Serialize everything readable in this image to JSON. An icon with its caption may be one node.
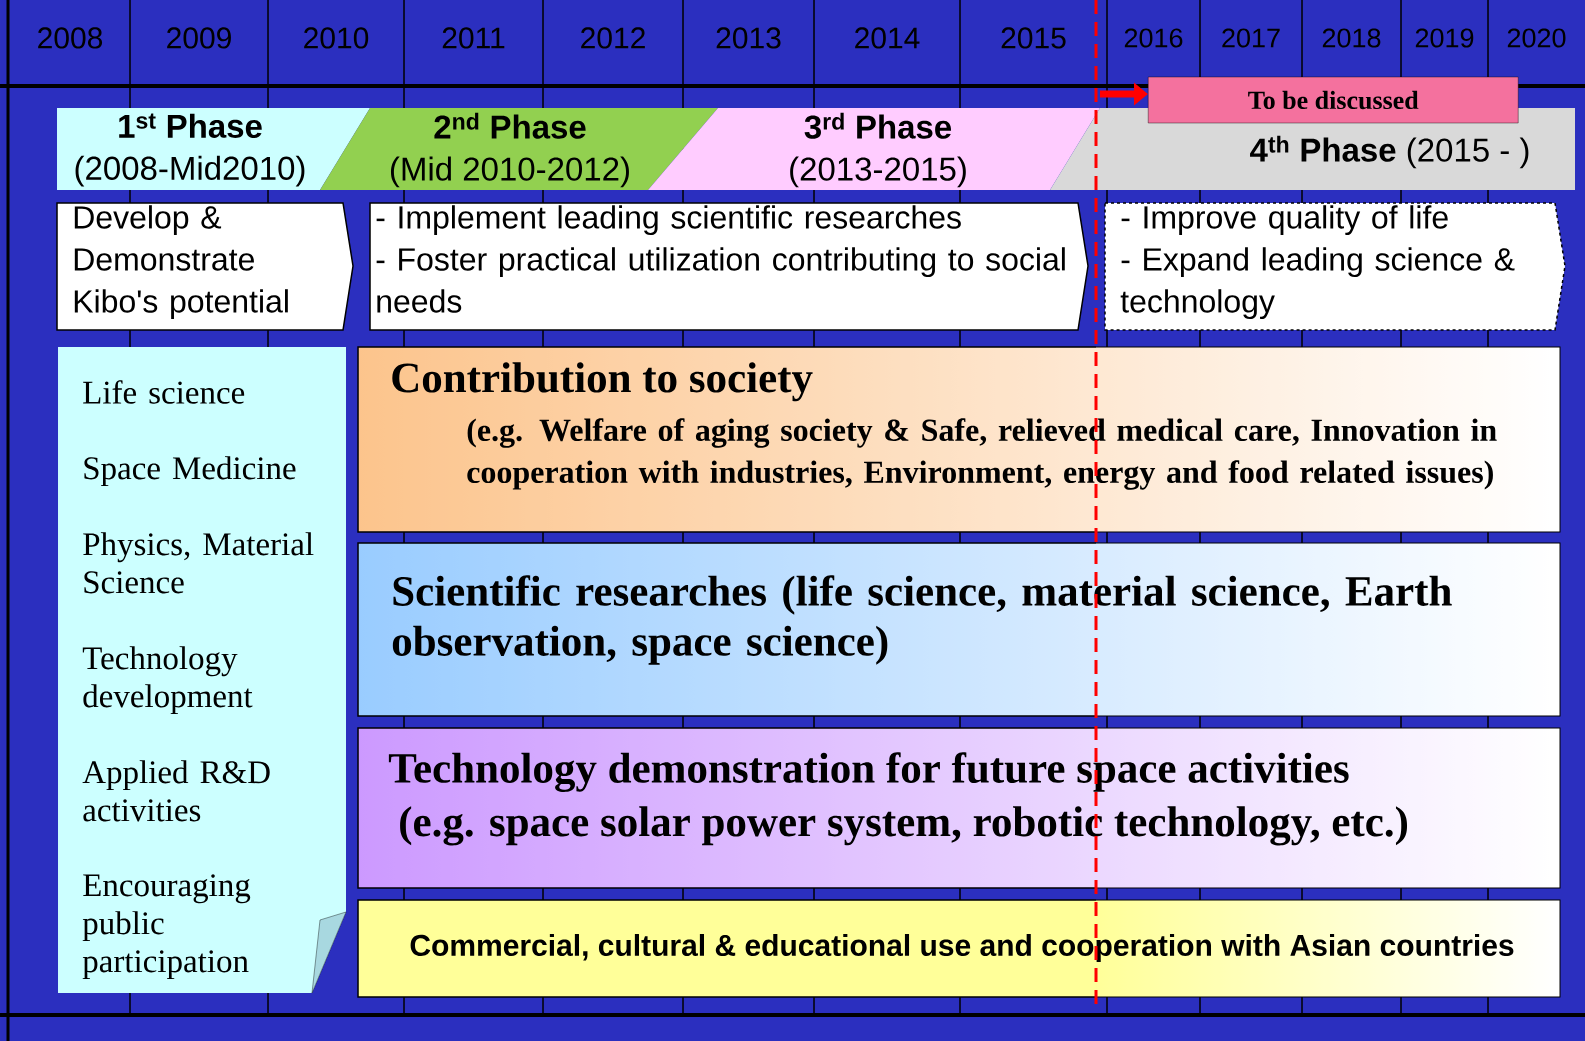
{
  "diagram": {
    "nodes": [
      {
        "text": [
          "1$^{st}$ Phase",
          "(2008-Mid2010)"
        ]
      },
      {
        "text": [
          "2$^{nd}$ Phase",
          "(Mid 2010-2012)"
        ]
      },
      {
        "text": [
          "3$^{rd}$ Phase",
          "(2013-2015)"
        ]
      },
      {
        "text": [
          "4$^{th}$ Phase",
          "(2015 -  )"
        ]
      },
      {
        "text": [
          "Develop & Demonstrate Kibo's potential"
        ]
      },
      {
        "text": [
          "- Implement leading scientific researches",
          "- Foster practical utilization contributing to social needs"
        ]
      },
      {
        "text": [
          "- Improve quality of life",
          "- Expand leading science & technology"
        ]
      },
      {
        "text": [
          "To be discussed"
        ]
      },
      {
        "text": [
          "Life science",
          "Space Medicine",
          "Physics, Material Science",
          "Technology development",
          "Applied R&D activities",
          "Encouraging public participation"
        ]
      },
      {
        "text": [
          "Contribution to society",
          "(e.g. Welfare of aging society & Safe, relieved medical care, Innovation in cooperation with industries, Environment, energy and food related issues)"
        ]
      },
      {
        "text": [
          "Scientific researches (life science, material science, Earth observation, space science)"
        ]
      },
      {
        "text": [
          "Technology demonstration for future space activities",
          "(e.g. space solar power system, robotic technology, etc.)"
        ]
      },
      {
        "text": [
          "Commercial, cultural & educational use and cooperation with Asian countries"
        ]
      }
    ],
    "edges": [
      {
        "from": 3,
        "to": 7,
        "arrow": "to",
        "color": "#ff0000"
      }
    ],
    "labels": [
      "2008",
      "2009",
      "2010",
      "2011",
      "2012",
      "2013",
      "2014",
      "2015",
      "2016",
      "2017",
      "2018",
      "2019",
      "2020"
    ]
  }
}
